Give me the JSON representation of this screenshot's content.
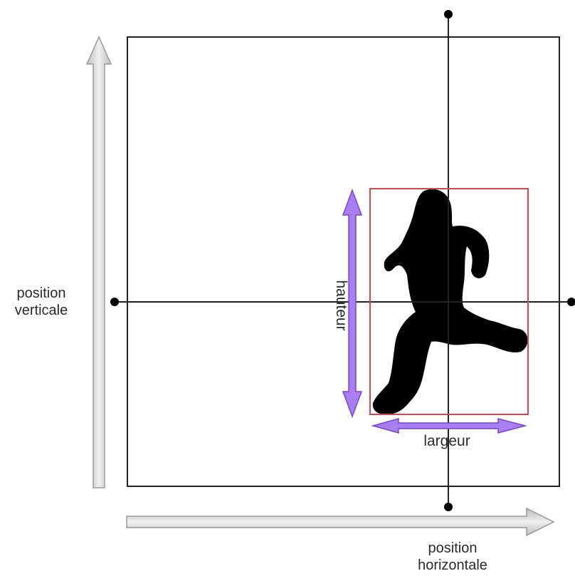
{
  "labels": {
    "vertical_position": [
      "position",
      "verticale"
    ],
    "horizontal_position": [
      "position",
      "horizontale"
    ],
    "height": "hauteur",
    "width": "largeur"
  },
  "colors": {
    "frame": "#222222",
    "axis_line": "#222222",
    "bounding_box": "#d9454a",
    "dimension_arrow": "#9c6ee8",
    "position_arrow": "#cfcfcf",
    "silhouette": "#000000"
  }
}
